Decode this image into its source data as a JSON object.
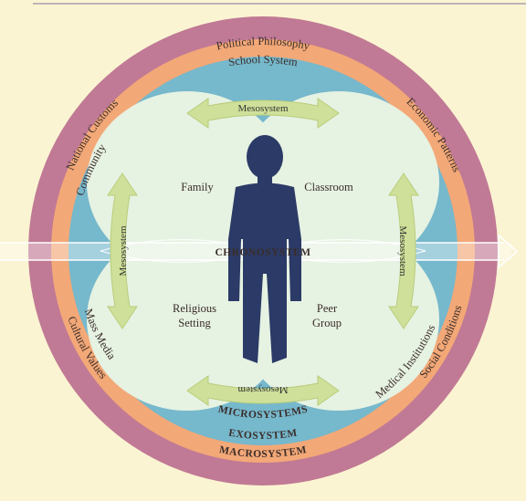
{
  "macro": {
    "title": "MACROSYSTEM",
    "items": [
      "Political Philosophy",
      "Economic Patterns",
      "Social Conditions",
      "Cultural Values",
      "National Customs"
    ]
  },
  "exo": {
    "title": "EXOSYSTEM",
    "items": [
      "School System",
      "Medical Institutions",
      "Mass Media",
      "Community"
    ]
  },
  "micro": {
    "title": "MICROSYSTEMS",
    "items": [
      "Family",
      "Classroom",
      "Religious",
      "Setting",
      "Peer",
      "Group"
    ]
  },
  "meso": {
    "label": "Mesosystem"
  },
  "chrono": {
    "title": "CHRONOSYSTEM"
  },
  "colors": {
    "background": "#fbf4d2",
    "macro": "#c07a95",
    "exo": "#f3a877",
    "micro": "#76b8cc",
    "inner": "#e6f2e2",
    "meso_arrow": "#cfe09a",
    "figure": "#2b3a66"
  }
}
